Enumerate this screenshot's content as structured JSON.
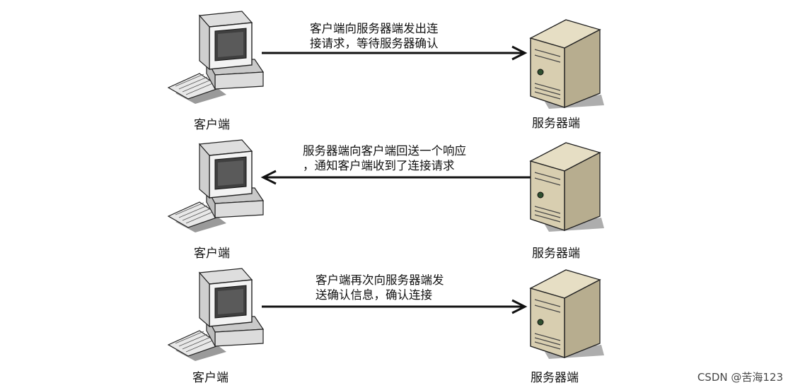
{
  "diagram": {
    "steps": [
      {
        "client_label": "客户端",
        "server_label": "服务器端",
        "direction": "client-to-server",
        "message_lines": [
          "客户端向服务器端发出连",
          "接请求，等待服务器确认"
        ]
      },
      {
        "client_label": "客户端",
        "server_label": "服务器端",
        "direction": "server-to-client",
        "message_lines": [
          "服务器端向客户端回送一个响应",
          "，通知客户端收到了连接请求"
        ]
      },
      {
        "client_label": "客户端",
        "server_label": "服务器端",
        "direction": "client-to-server",
        "message_lines": [
          "客户端再次向服务器端发",
          "送确认信息，确认连接"
        ]
      }
    ]
  },
  "watermark": "CSDN @苦海123",
  "icons": {
    "client": "desktop-computer-icon",
    "server": "tower-server-icon"
  },
  "colors": {
    "arrow": "#111111",
    "server_body": "#d8ceb0",
    "monitor_body": "#f0f0f0"
  }
}
